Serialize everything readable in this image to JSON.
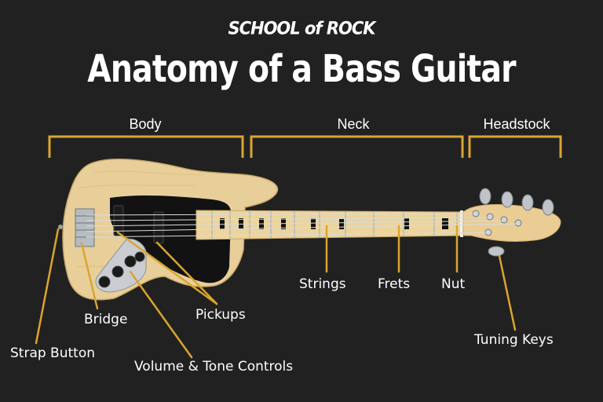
{
  "logo": "SCHOOL of ROCK",
  "title": "Anatomy of a Bass Guitar",
  "sections": {
    "body": "Body",
    "neck": "Neck",
    "headstock": "Headstock"
  },
  "parts": {
    "strings": "Strings",
    "frets": "Frets",
    "nut": "Nut",
    "bridge": "Bridge",
    "pickups": "Pickups",
    "strap_button": "Strap Button",
    "tuning_keys": "Tuning Keys",
    "volume_tone": "Volume & Tone Controls"
  },
  "colors": {
    "background": "#222121",
    "accent": "#d9a530",
    "wood": "#e8cf9a",
    "pickguard": "#121212"
  }
}
